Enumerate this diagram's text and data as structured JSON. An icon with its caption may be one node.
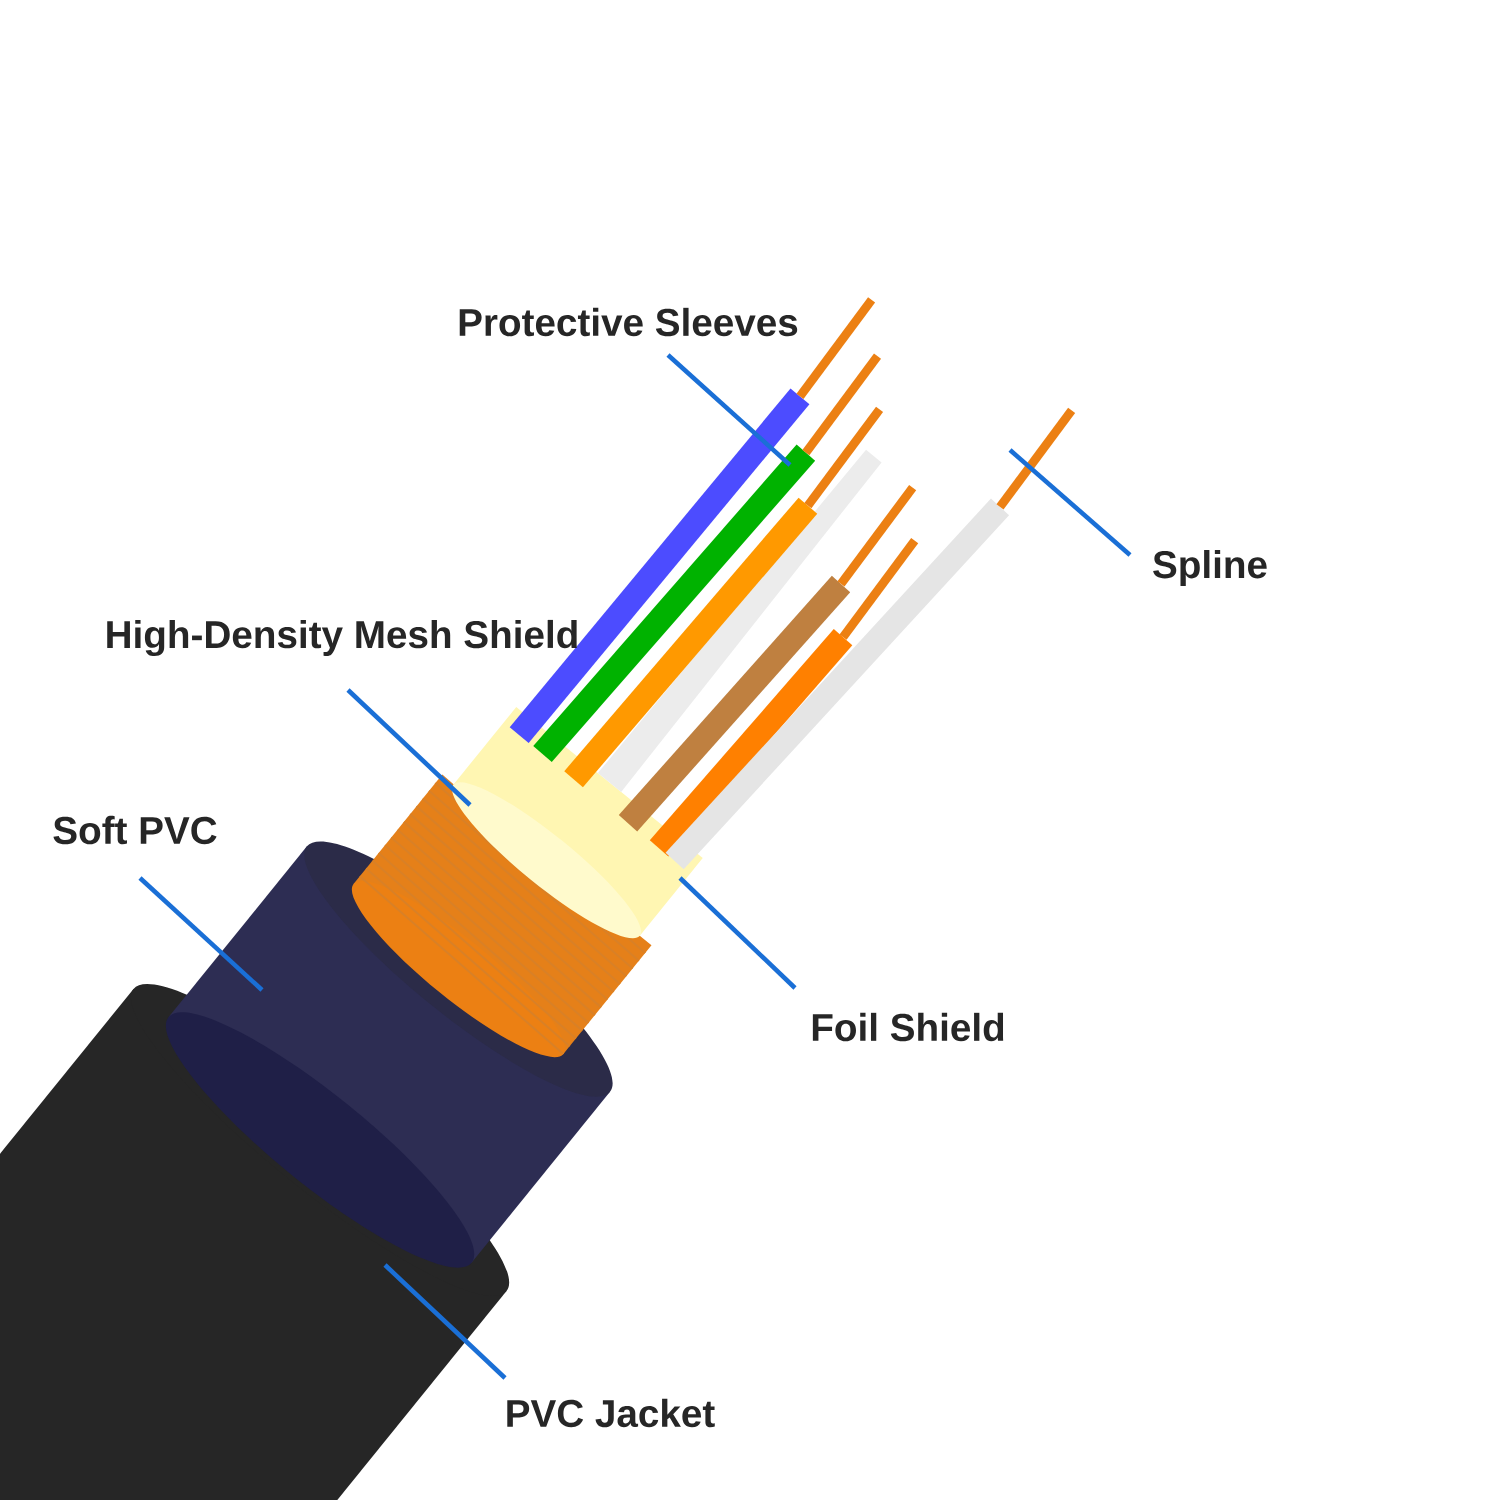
{
  "diagram": {
    "nodes": [
      {
        "text": [
          "Protective Sleeves"
        ]
      },
      {
        "text": [
          "Spline"
        ]
      },
      {
        "text": [
          "High-Density Mesh Shield"
        ]
      },
      {
        "text": [
          "Soft PVC"
        ]
      },
      {
        "text": [
          "Foil Shield"
        ]
      },
      {
        "text": [
          "PVC Jacket"
        ]
      }
    ],
    "edges": [
      {
        "from": 0,
        "to": null,
        "arrow": "none"
      },
      {
        "from": 1,
        "to": null,
        "arrow": "none"
      },
      {
        "from": 2,
        "to": null,
        "arrow": "none"
      },
      {
        "from": 3,
        "to": null,
        "arrow": "none"
      },
      {
        "from": 4,
        "to": null,
        "arrow": "none"
      },
      {
        "from": 5,
        "to": null,
        "arrow": "none"
      }
    ]
  }
}
